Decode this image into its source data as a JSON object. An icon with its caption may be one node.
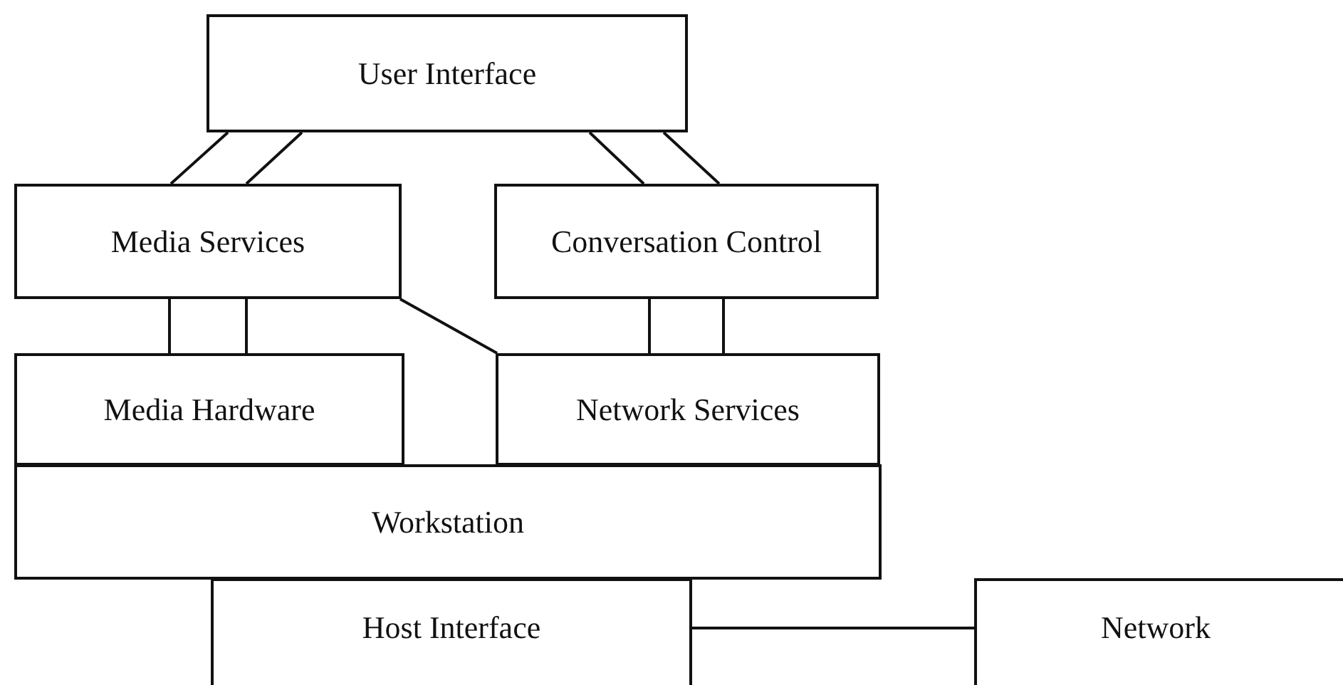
{
  "diagram": {
    "nodes": [
      {
        "text": [
          "User Interface"
        ]
      },
      {
        "text": [
          "Media Services"
        ]
      },
      {
        "text": [
          "Conversation Control"
        ]
      },
      {
        "text": [
          "Media Hardware"
        ]
      },
      {
        "text": [
          "Network Services"
        ]
      },
      {
        "text": [
          "Workstation"
        ]
      },
      {
        "text": [
          "Host Interface"
        ]
      },
      {
        "text": [
          "Network"
        ]
      }
    ],
    "edges": [
      {
        "from": 0,
        "to": 1,
        "arrow": "none"
      },
      {
        "from": 0,
        "to": 1,
        "arrow": "none"
      },
      {
        "from": 0,
        "to": 2,
        "arrow": "none"
      },
      {
        "from": 0,
        "to": 2,
        "arrow": "none"
      },
      {
        "from": 1,
        "to": 3,
        "arrow": "none"
      },
      {
        "from": 1,
        "to": 3,
        "arrow": "none"
      },
      {
        "from": 1,
        "to": 4,
        "arrow": "none"
      },
      {
        "from": 2,
        "to": 4,
        "arrow": "none"
      },
      {
        "from": 2,
        "to": 4,
        "arrow": "none"
      },
      {
        "from": 6,
        "to": 7,
        "arrow": "none"
      }
    ]
  }
}
